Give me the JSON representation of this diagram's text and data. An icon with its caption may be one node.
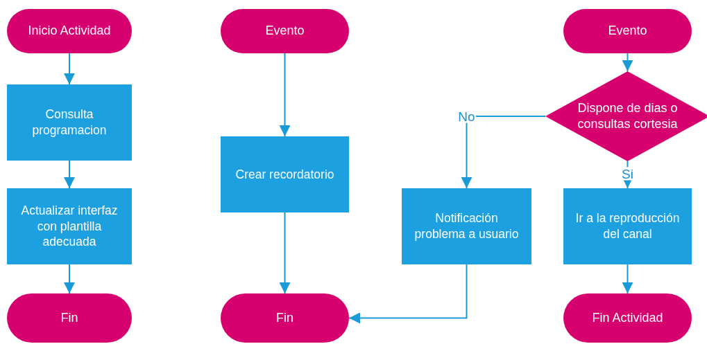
{
  "diagram": {
    "nodes": [
      {
        "text": [
          "Inicio Actividad"
        ]
      },
      {
        "text": [
          "Consulta programacion"
        ]
      },
      {
        "text": [
          "Actualizar interfaz con plantilla adecuada"
        ]
      },
      {
        "text": [
          "Fin"
        ]
      },
      {
        "text": [
          "Evento"
        ]
      },
      {
        "text": [
          "Crear recordatorio"
        ]
      },
      {
        "text": [
          "Fin"
        ]
      },
      {
        "text": [
          "Evento"
        ]
      },
      {
        "text": [
          "Dispone de dias o consultas cortesia"
        ]
      },
      {
        "text": [
          "Notificación problema a usuario"
        ]
      },
      {
        "text": [
          "Ir a la reproducción del canal"
        ]
      },
      {
        "text": [
          "Fin Actividad"
        ]
      }
    ],
    "edges": [
      {
        "from": 0,
        "to": 1,
        "arrow": "to"
      },
      {
        "from": 1,
        "to": 2,
        "arrow": "to"
      },
      {
        "from": 2,
        "to": 3,
        "arrow": "to"
      },
      {
        "from": 4,
        "to": 5,
        "arrow": "to"
      },
      {
        "from": 5,
        "to": 6,
        "arrow": "to"
      },
      {
        "from": 7,
        "to": 8,
        "arrow": "to"
      },
      {
        "from": 8,
        "to": 9,
        "arrow": "to",
        "label": "No"
      },
      {
        "from": 8,
        "to": 10,
        "arrow": "to",
        "label": "Si"
      },
      {
        "from": 9,
        "to": 6,
        "arrow": "to"
      },
      {
        "from": 10,
        "to": 11,
        "arrow": "to"
      }
    ]
  }
}
